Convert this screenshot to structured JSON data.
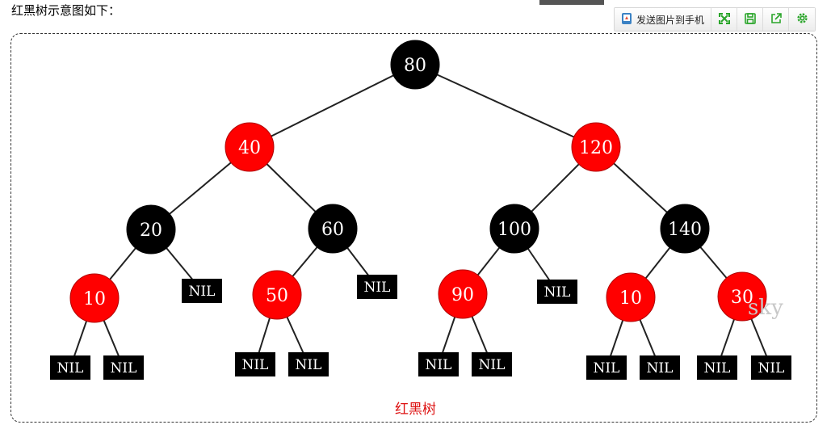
{
  "intro_text": "红黑树示意图如下：",
  "toolbar": {
    "send_label": "发送图片到手机",
    "icons": [
      "phone-send-icon",
      "fullscreen-icon",
      "save-icon",
      "share-icon",
      "settings-icon"
    ],
    "icon_color": "#2aa52a"
  },
  "caption": "红黑树",
  "watermark": "sky",
  "colors": {
    "red": "#ff0000",
    "black": "#000000",
    "edge": "#222222"
  },
  "nil_label": "NIL",
  "tree": {
    "value": "80",
    "color": "black",
    "left": {
      "value": "40",
      "color": "red",
      "left": {
        "value": "20",
        "color": "black",
        "left": {
          "value": "10",
          "color": "red",
          "left": "NIL",
          "right": "NIL"
        },
        "right": "NIL"
      },
      "right": {
        "value": "60",
        "color": "black",
        "left": {
          "value": "50",
          "color": "red",
          "left": "NIL",
          "right": "NIL"
        },
        "right": "NIL"
      }
    },
    "right": {
      "value": "120",
      "color": "red",
      "left": {
        "value": "100",
        "color": "black",
        "left": {
          "value": "90",
          "color": "red",
          "left": "NIL",
          "right": "NIL"
        },
        "right": "NIL"
      },
      "right": {
        "value": "140",
        "color": "black",
        "left": {
          "value": "10",
          "color": "red",
          "left": "NIL",
          "right": "NIL"
        },
        "right": {
          "value": "30",
          "color": "red",
          "left": "NIL",
          "right": "NIL"
        }
      }
    }
  }
}
